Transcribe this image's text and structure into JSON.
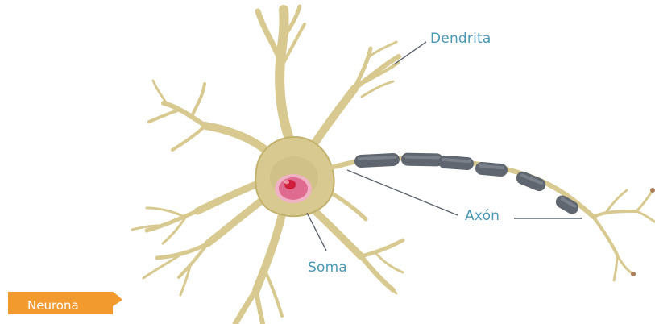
{
  "labels": {
    "dendrite": "Dendrita",
    "axon": "Axón",
    "soma": "Soma"
  },
  "badge": {
    "text": "Neurona"
  },
  "colors": {
    "neuron_body": "#d7c98f",
    "neuron_outline": "#c2b06d",
    "soma_center": "#c8b987",
    "nucleus": "#e06b91",
    "nucleus_ring": "#f0b2c5",
    "nucleolus": "#cf1f3c",
    "myelin": "#5f6670",
    "myelin_highlight": "#848c96",
    "label_text": "#4a98b3",
    "leader_line": "#5f6670",
    "badge_bg": "#f29a2e",
    "badge_text": "#ffffff"
  }
}
